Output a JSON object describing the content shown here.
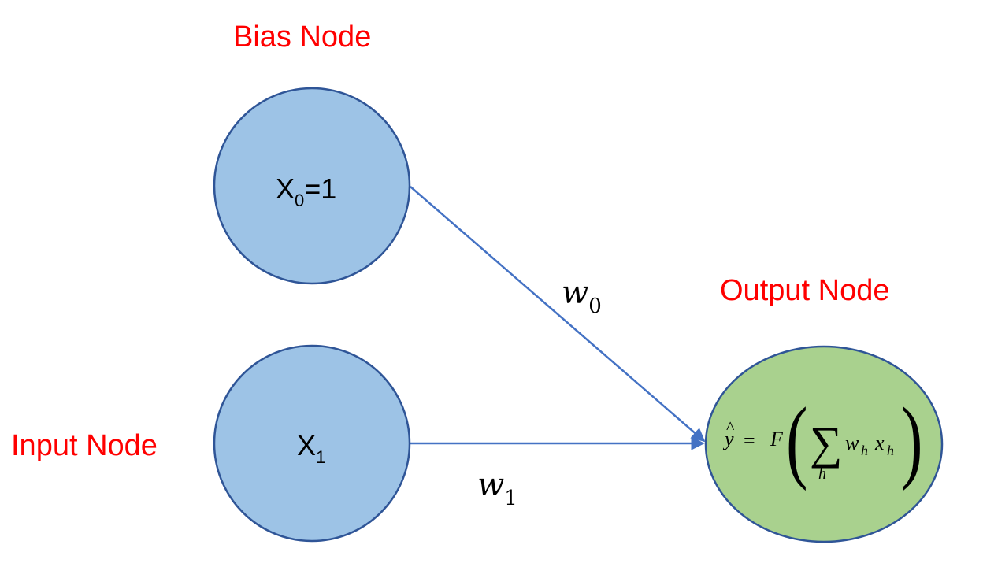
{
  "labels": {
    "bias_node": "Bias Node",
    "input_node": "Input Node",
    "output_node": "Output Node"
  },
  "nodes": {
    "bias": {
      "var": "X",
      "sub": "0",
      "suffix": "=1",
      "fill": "#9dc3e6",
      "stroke": "#2f5597"
    },
    "input": {
      "var": "X",
      "sub": "1",
      "fill": "#9dc3e6",
      "stroke": "#2f5597"
    },
    "output": {
      "fill": "#a9d18e",
      "stroke": "#2f5597"
    }
  },
  "edges": {
    "color": "#4472c4",
    "w0": {
      "var": "w",
      "sub": "0"
    },
    "w1": {
      "var": "w",
      "sub": "1"
    }
  },
  "formula": {
    "lhs": "y",
    "hat": "^",
    "eq": "=",
    "func": "F",
    "lparen": "(",
    "sum": "∑",
    "sum_index": "h",
    "w": "w",
    "w_sub": "h",
    "x": "x",
    "x_sub": "h",
    "rparen": ")"
  },
  "colors": {
    "label_text": "#ff0000",
    "background": "#ffffff"
  }
}
